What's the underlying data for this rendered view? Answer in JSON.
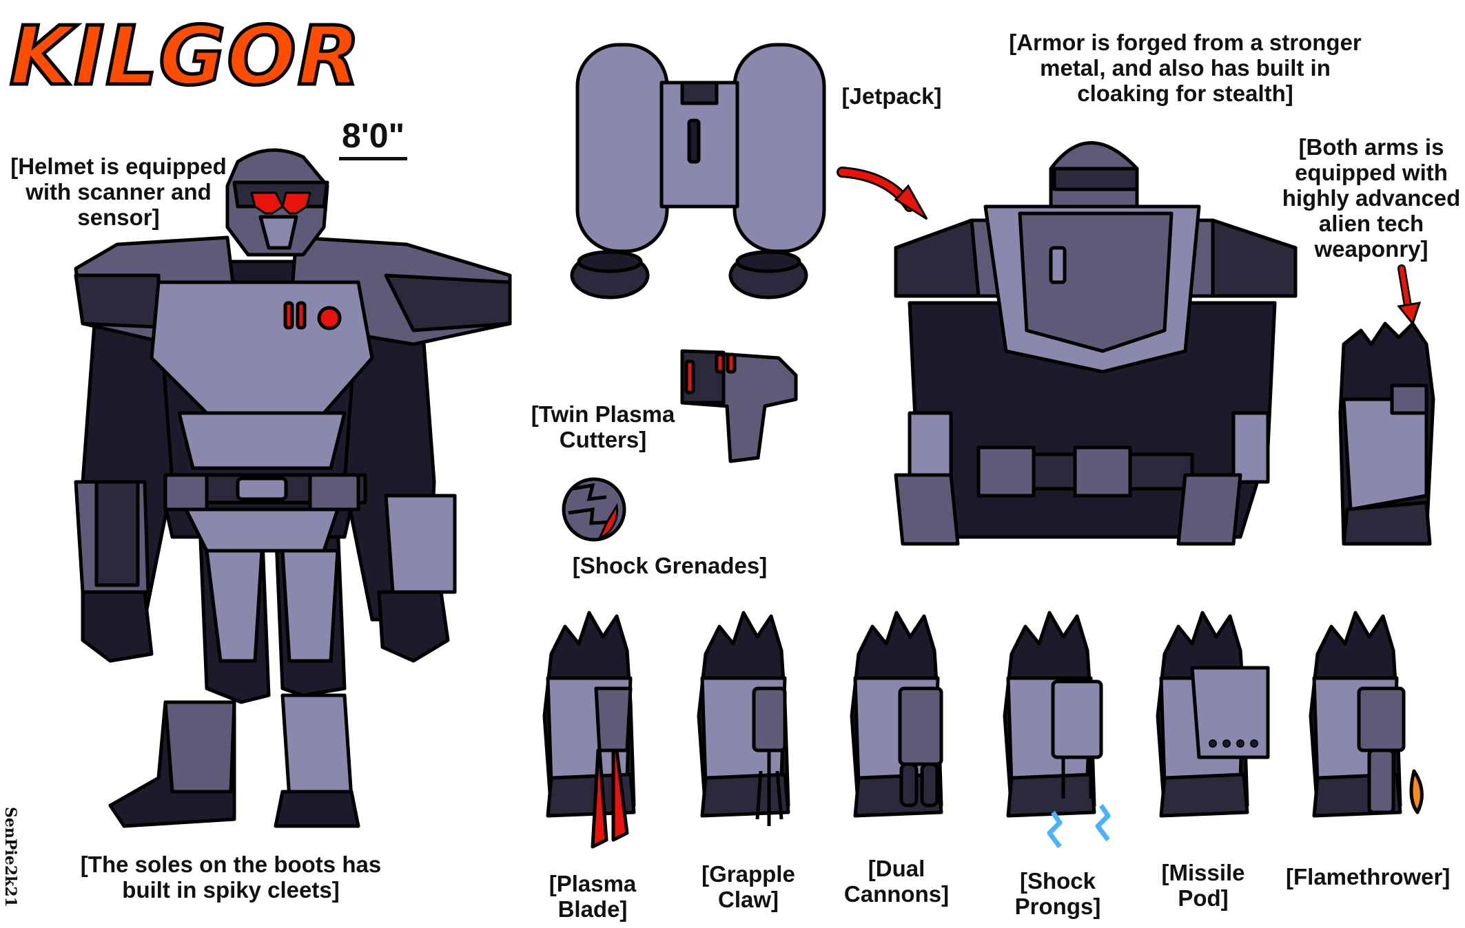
{
  "sheet": {
    "title": "KILGOR",
    "height": "8'0\"",
    "signature": "SenPie2k21"
  },
  "notes": {
    "helmet": "[Helmet is equipped\nwith scanner and\nsensor]",
    "boots": "[The soles on the boots has\nbuilt in spiky cleets]",
    "jetpack": "[Jetpack]",
    "armor": "[Armor is forged from a stronger\nmetal, and also has built in\ncloaking for stealth]",
    "arms": "[Both arms is\nequipped with\nhighly advanced\nalien tech\nweaponry]",
    "cutters": "[Twin Plasma\nCutters]",
    "grenades": "[Shock Grenades]"
  },
  "weapons": [
    {
      "label": "[Plasma\nBlade]",
      "icon": "plasma-blade-icon"
    },
    {
      "label": "[Grapple\nClaw]",
      "icon": "grapple-claw-icon"
    },
    {
      "label": "[Dual\nCannons]",
      "icon": "dual-cannons-icon"
    },
    {
      "label": "[Shock\nProngs]",
      "icon": "shock-prongs-icon"
    },
    {
      "label": "[Missile\nPod]",
      "icon": "missile-pod-icon"
    },
    {
      "label": "[Flamethrower]",
      "icon": "flamethrower-icon"
    }
  ],
  "colors": {
    "armor_light": "#8a88ad",
    "armor_mid": "#5d5b78",
    "armor_dark": "#2b2a3d",
    "suit": "#1c1b2c",
    "accent_red": "#e8140c",
    "title_orange": "#ff4d00",
    "shock_blue": "#4ab3ff",
    "flame_orange": "#ff8a1c"
  }
}
